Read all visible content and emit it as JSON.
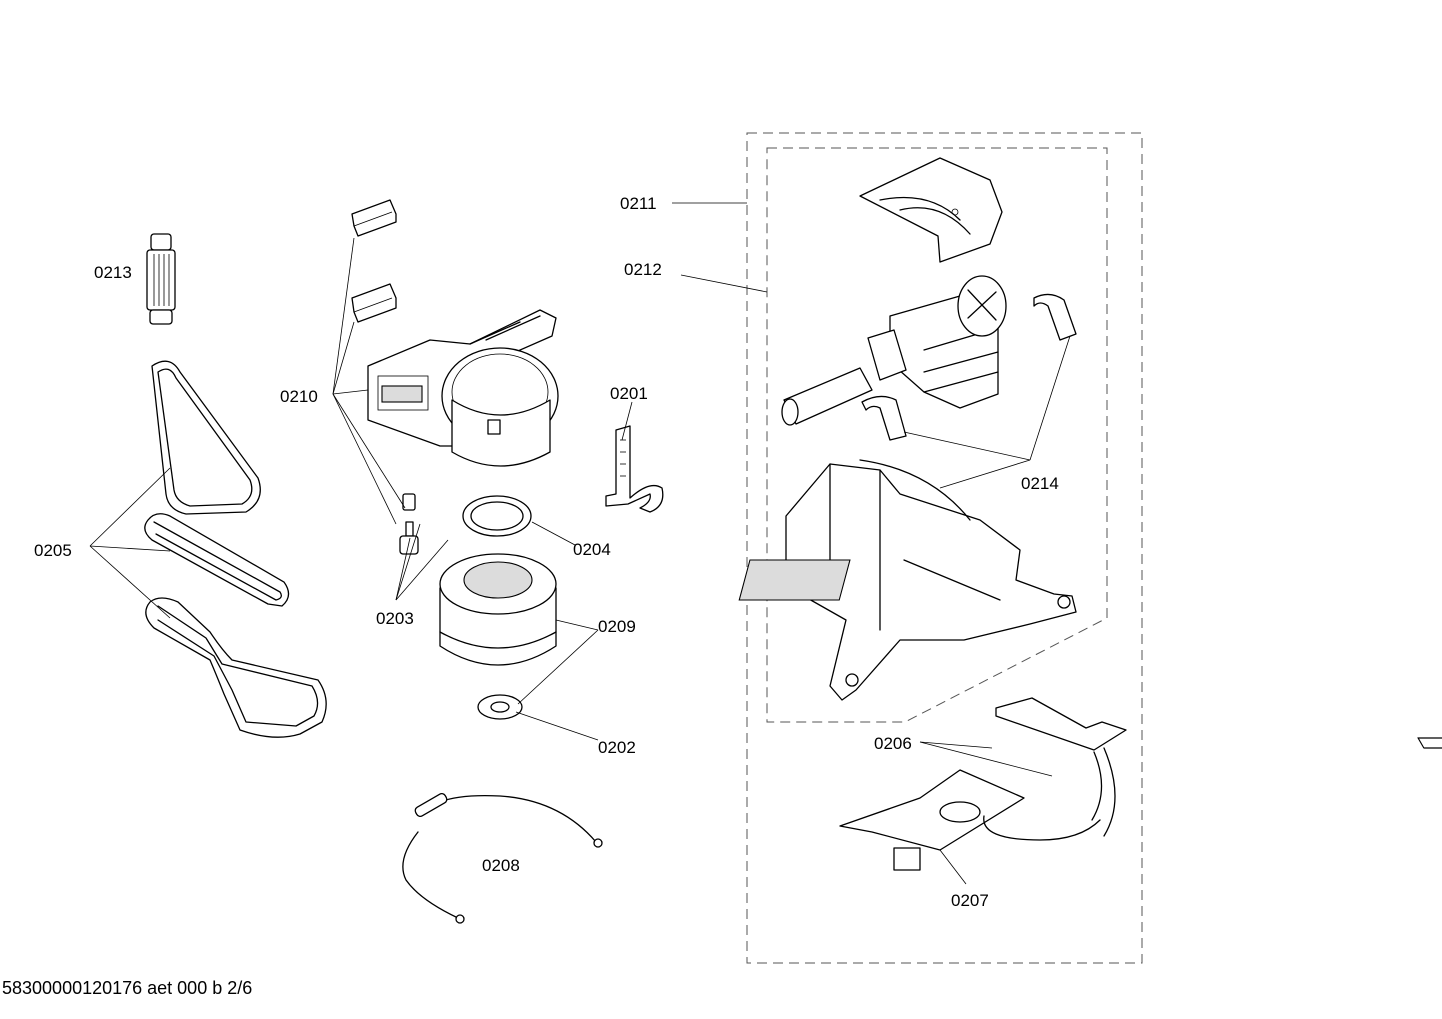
{
  "labels": {
    "p0201": "0201",
    "p0202": "0202",
    "p0203": "0203",
    "p0204": "0204",
    "p0205": "0205",
    "p0206": "0206",
    "p0207": "0207",
    "p0208": "0208",
    "p0209": "0209",
    "p0210": "0210",
    "p0211": "0211",
    "p0212": "0212",
    "p0213": "0213",
    "p0214": "0214"
  },
  "footer": "58300000120176 aet 000 b 2/6"
}
